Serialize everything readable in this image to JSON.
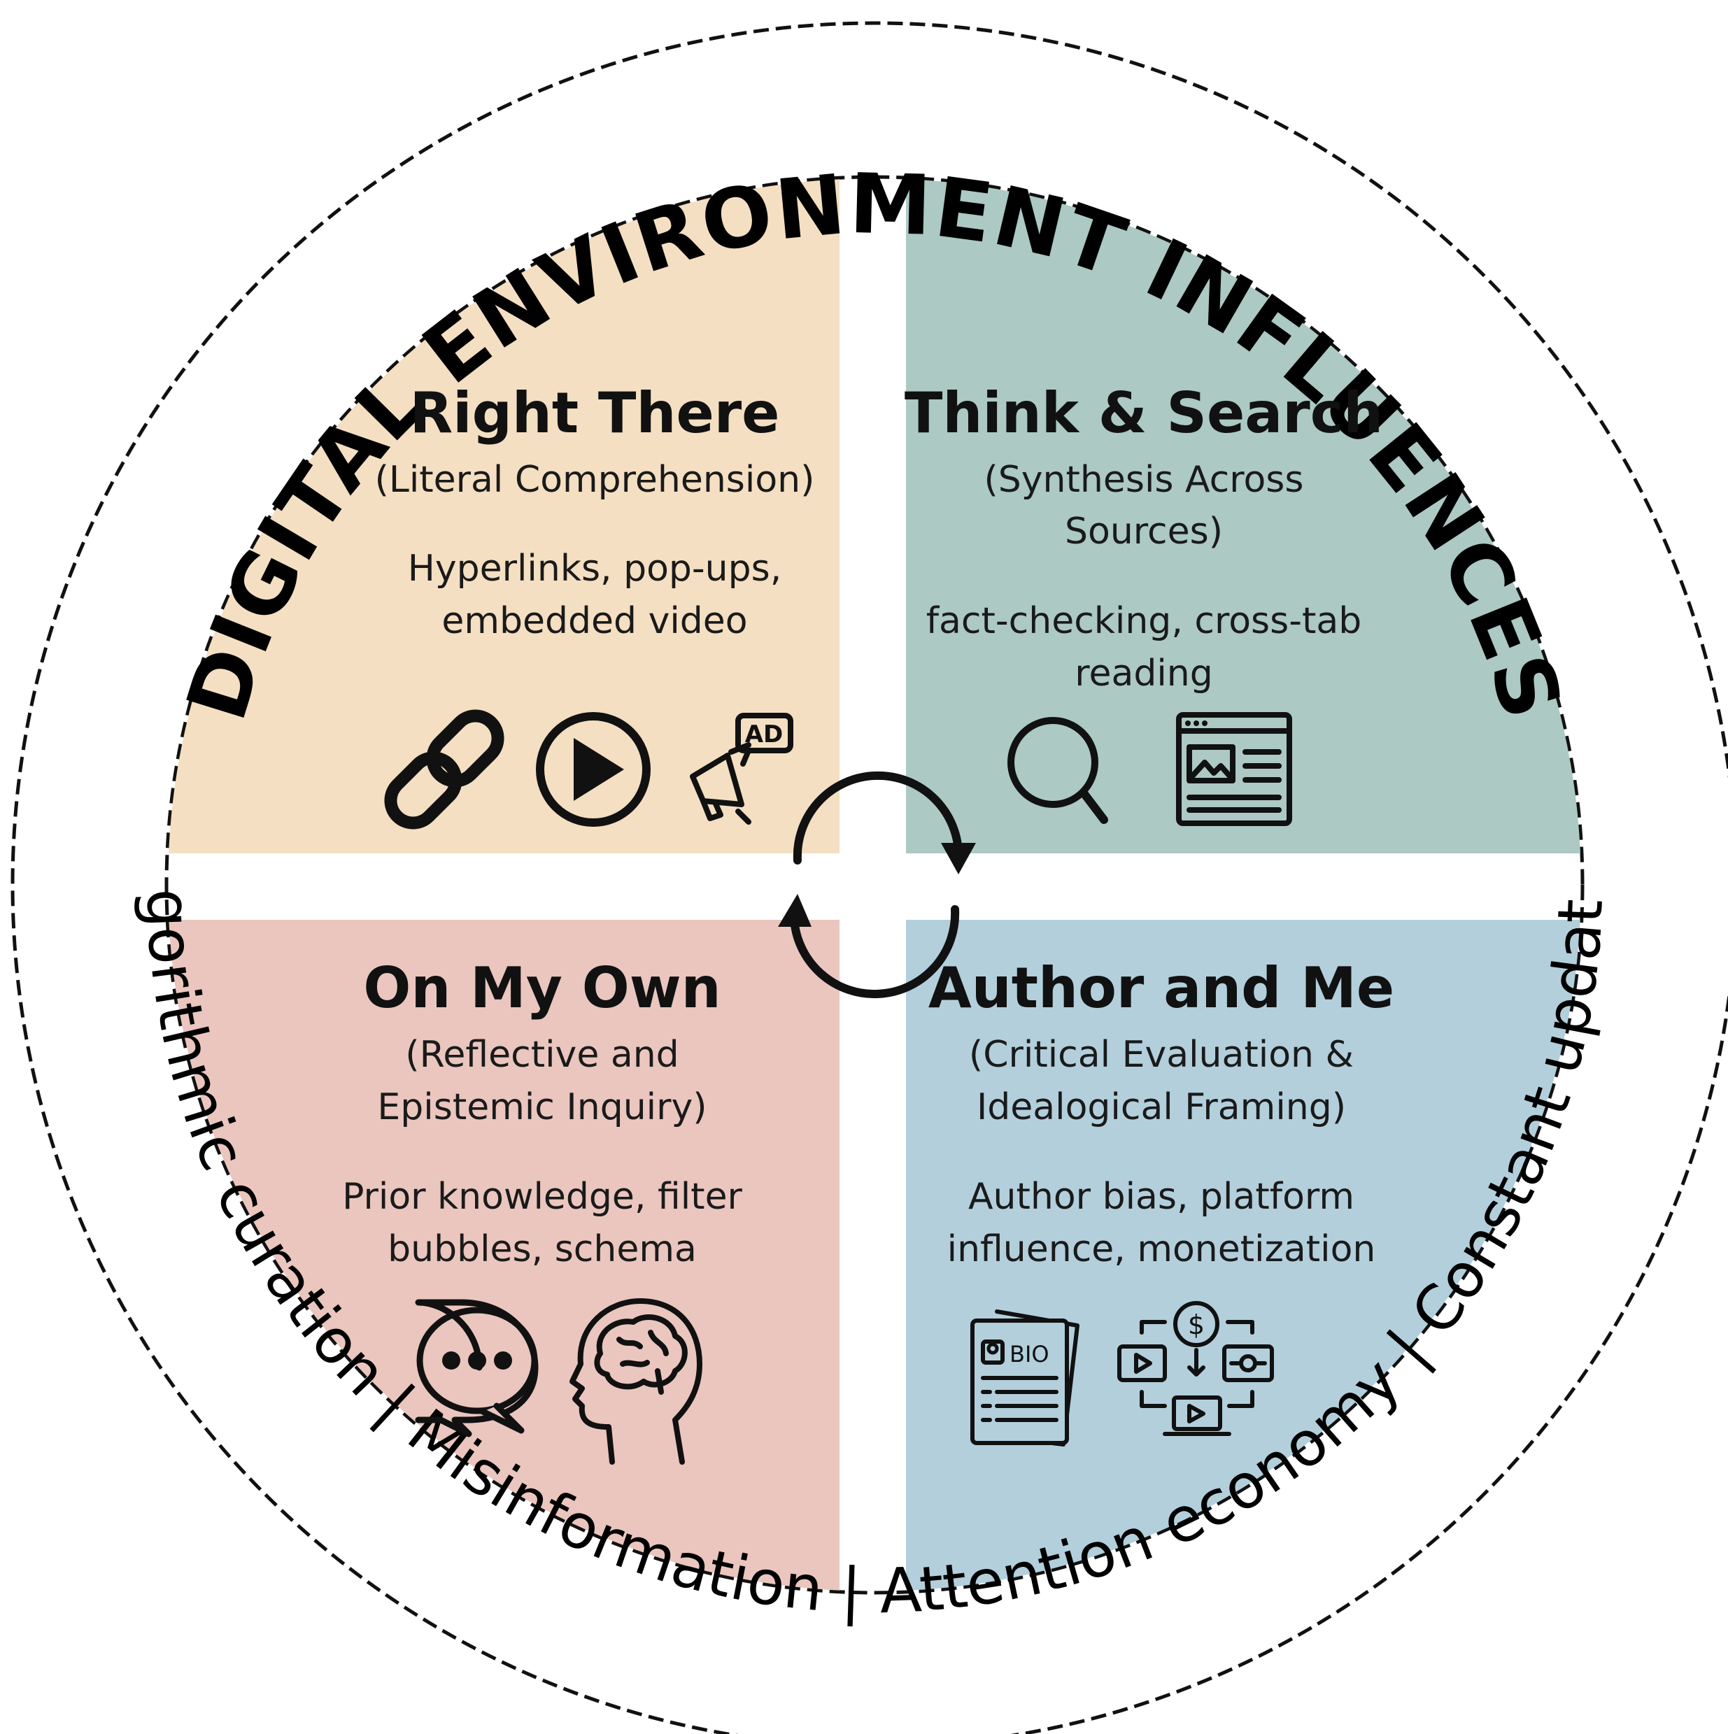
{
  "outer_ring": {
    "top_label": "DIGITAL ENVIRONMENT INFLUENCES",
    "bottom_label": "Algorithmic curation | Misinformation | Attention economy | Constant updates"
  },
  "quadrants": {
    "top_left": {
      "title": "Right There",
      "subtitle_lines": [
        "(Literal Comprehension)"
      ],
      "description_lines": [
        "Hyperlinks, pop-ups,",
        "embedded video"
      ],
      "icons": [
        "link-icon",
        "play-button-icon",
        "ad-megaphone-icon"
      ],
      "color": "#f4dfc2"
    },
    "top_right": {
      "title": "Think & Search",
      "subtitle_lines": [
        "(Synthesis Across",
        "Sources)"
      ],
      "description_lines": [
        "fact-checking, cross-tab",
        "reading"
      ],
      "icons": [
        "magnifier-icon",
        "browser-window-icon"
      ],
      "color": "#acc9c4"
    },
    "bottom_left": {
      "title": "On My Own",
      "subtitle_lines": [
        "(Reflective and",
        "Epistemic Inquiry)"
      ],
      "description_lines": [
        "Prior knowledge, filter",
        "bubbles, schema"
      ],
      "icons": [
        "speech-bubble-icon",
        "head-brain-icon"
      ],
      "color": "#eac6bf"
    },
    "bottom_right": {
      "title": "Author and Me",
      "subtitle_lines": [
        "(Critical Evaluation &",
        "Idealogical Framing)"
      ],
      "description_lines": [
        "Author bias, platform",
        "influence, monetization"
      ],
      "icons": [
        "bio-documents-icon",
        "monetization-cycle-icon"
      ],
      "color": "#b3cfdc"
    }
  },
  "center": {
    "icon": "cycle-arrows-icon"
  },
  "icon_texts": {
    "ad_badge": "AD",
    "bio_badge": "BIO",
    "dollar": "$"
  }
}
